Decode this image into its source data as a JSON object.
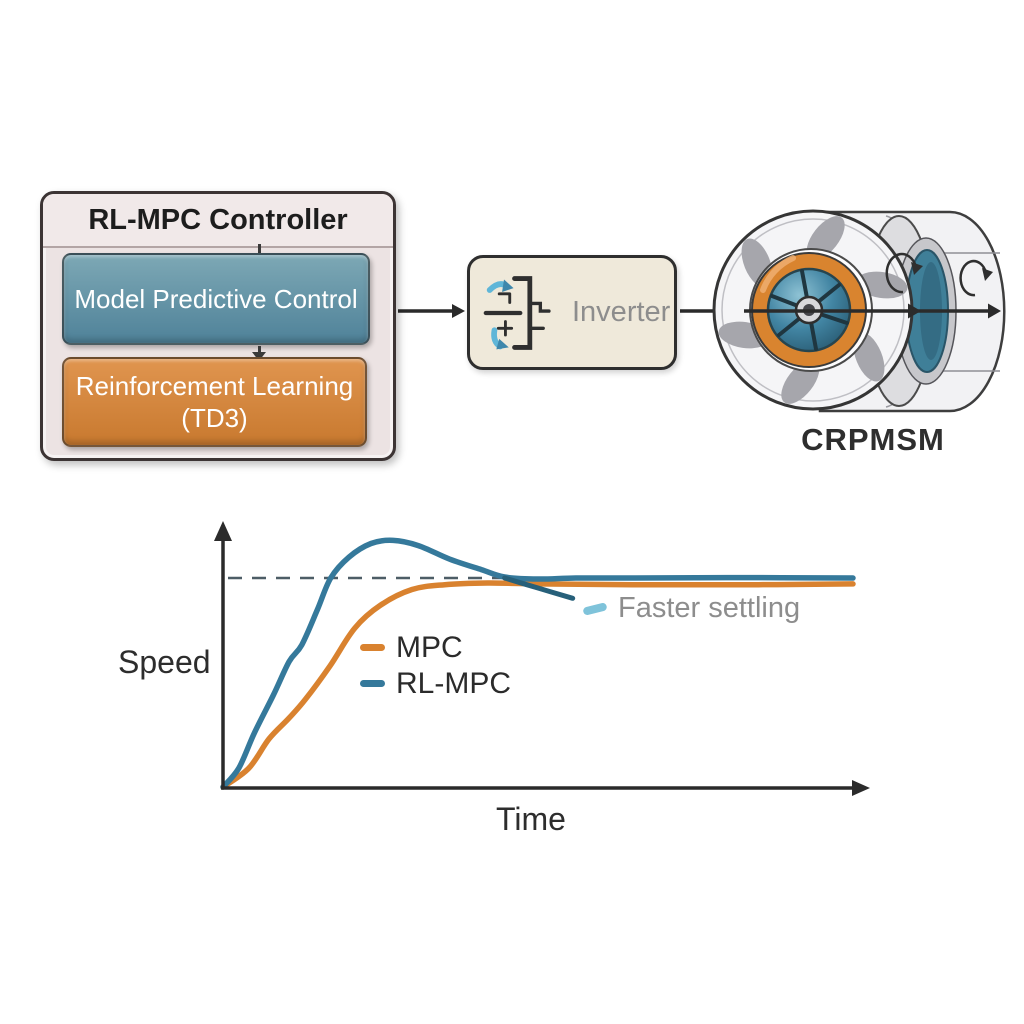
{
  "diagram": {
    "controller": {
      "title": "RL-MPC Controller",
      "blocks": [
        {
          "label": "Model Predictive Control",
          "color": "#5b8fa2"
        },
        {
          "label": "Reinforcement Learning (TD3)",
          "color": "#d4873f"
        }
      ]
    },
    "inverter": {
      "label": "Inverter",
      "icon": "inverter-bridge-icon"
    },
    "motor": {
      "label": "CRPMSM"
    },
    "flow": [
      "RL-MPC Controller",
      "Inverter",
      "CRPMSM"
    ]
  },
  "chart_data": {
    "type": "line",
    "title": "",
    "xlabel": "Time",
    "ylabel": "Speed",
    "grid": false,
    "legend_position": "center-inside",
    "units": "normalized (setpoint = 1.0)",
    "reference_line": {
      "y": 1.0,
      "style": "dashed",
      "color": "#4d5d66",
      "meaning": "target speed setpoint"
    },
    "series": [
      {
        "name": "MPC",
        "color": "#d9822f",
        "points": [
          [
            0,
            0
          ],
          [
            0.041,
            0.09
          ],
          [
            0.073,
            0.23
          ],
          [
            0.105,
            0.33
          ],
          [
            0.131,
            0.42
          ],
          [
            0.17,
            0.58
          ],
          [
            0.209,
            0.76
          ],
          [
            0.25,
            0.87
          ],
          [
            0.3,
            0.945
          ],
          [
            0.352,
            0.968
          ],
          [
            0.42,
            0.976
          ],
          [
            0.5,
            0.972
          ],
          [
            0.65,
            0.968
          ],
          [
            0.85,
            0.968
          ],
          [
            1.0,
            0.972
          ]
        ]
      },
      {
        "name": "RL-MPC",
        "color": "#35799b",
        "overshoot_peak": 1.18,
        "points": [
          [
            0,
            0
          ],
          [
            0.025,
            0.09
          ],
          [
            0.05,
            0.26
          ],
          [
            0.08,
            0.44
          ],
          [
            0.105,
            0.6
          ],
          [
            0.125,
            0.68
          ],
          [
            0.15,
            0.85
          ],
          [
            0.171,
            1.0
          ],
          [
            0.2,
            1.1
          ],
          [
            0.235,
            1.165
          ],
          [
            0.27,
            1.18
          ],
          [
            0.31,
            1.155
          ],
          [
            0.36,
            1.09
          ],
          [
            0.41,
            1.04
          ],
          [
            0.447,
            1.005
          ],
          [
            0.5,
            0.995
          ],
          [
            0.56,
            1.0
          ],
          [
            0.65,
            1.0
          ],
          [
            0.8,
            1.002
          ],
          [
            1.0,
            1.0
          ]
        ],
        "artifact_tail_points": [
          [
            0.447,
            1.0
          ],
          [
            0.5,
            0.952
          ],
          [
            0.555,
            0.903
          ]
        ]
      }
    ],
    "annotation": {
      "text": "Faster settling",
      "color": "#8d8d8d",
      "marker_color": "#7fc3da"
    }
  },
  "colors": {
    "mpc_block": "#5b8fa2",
    "rl_block": "#d4873f",
    "controller_bg": "#ece3e3",
    "inverter_bg": "#efe9da",
    "arrow": "#2a2a2a"
  }
}
